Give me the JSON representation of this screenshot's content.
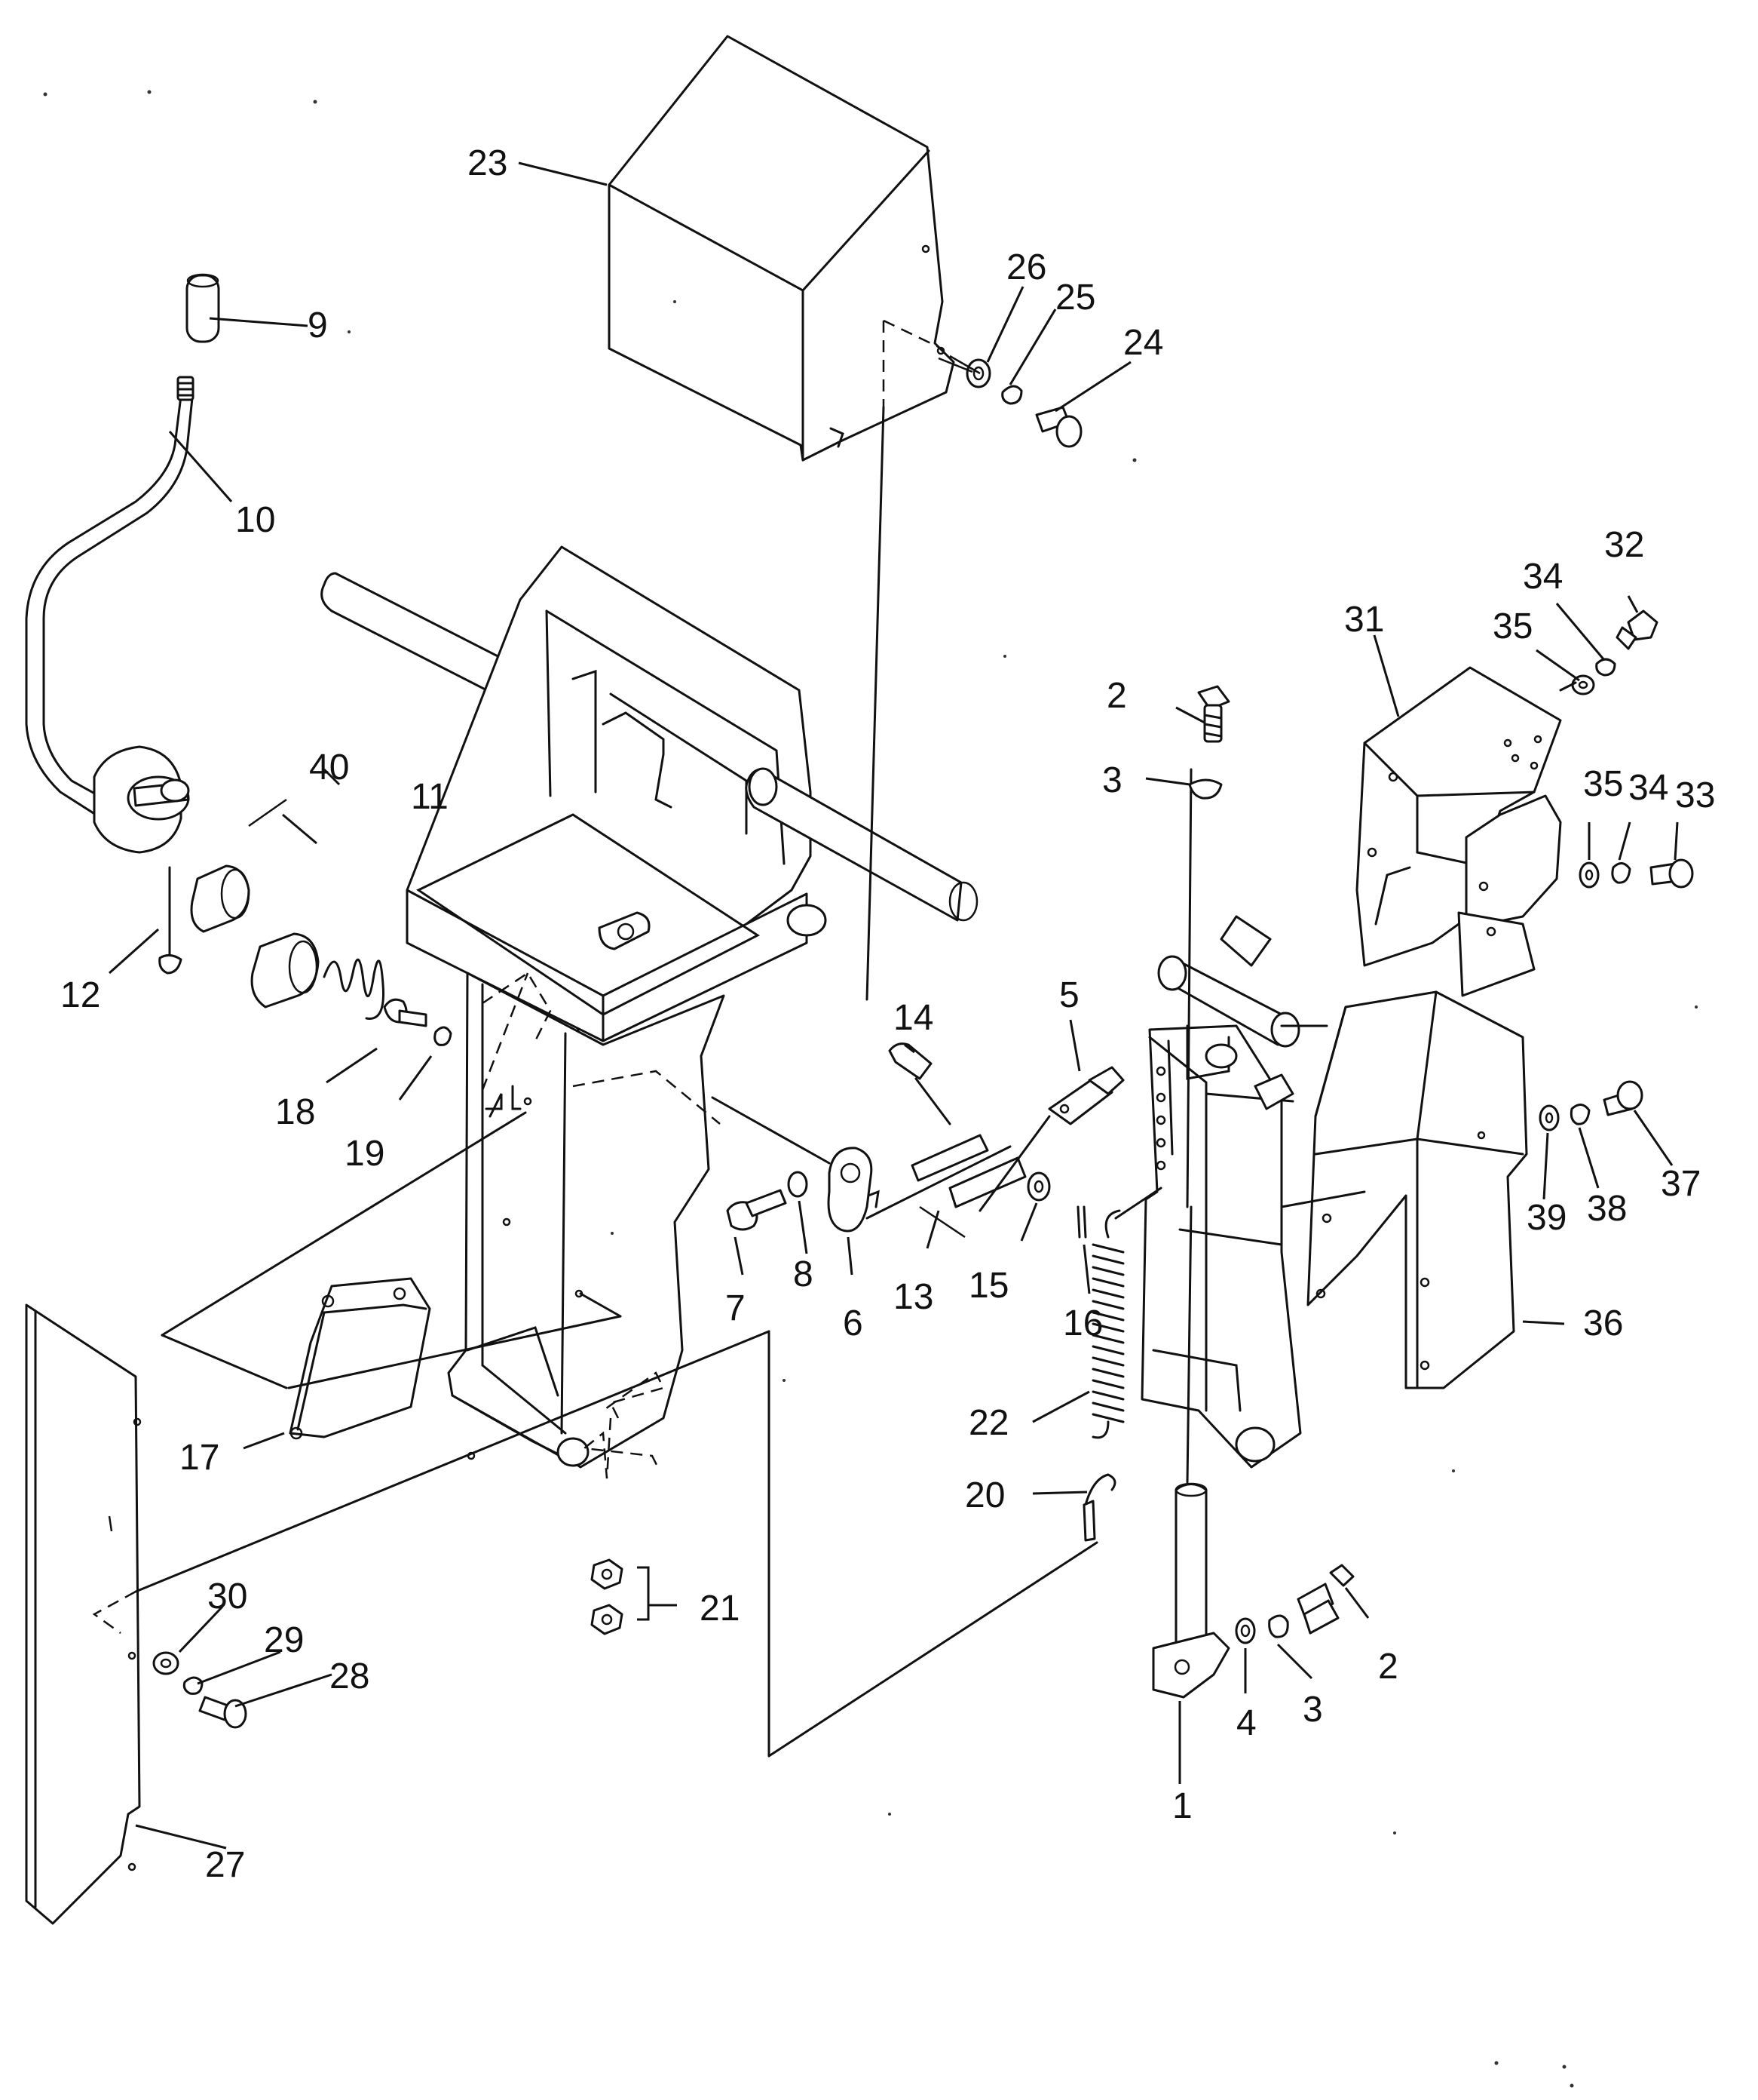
{
  "callouts": [
    {
      "id": "p1",
      "text": "1"
    },
    {
      "id": "p2a",
      "text": "2"
    },
    {
      "id": "p2b",
      "text": "2"
    },
    {
      "id": "p3a",
      "text": "3"
    },
    {
      "id": "p3b",
      "text": "3"
    },
    {
      "id": "p4",
      "text": "4"
    },
    {
      "id": "p5",
      "text": "5"
    },
    {
      "id": "p6",
      "text": "6"
    },
    {
      "id": "p7",
      "text": "7"
    },
    {
      "id": "p8",
      "text": "8"
    },
    {
      "id": "p9",
      "text": "9"
    },
    {
      "id": "p10",
      "text": "10"
    },
    {
      "id": "p11",
      "text": "11"
    },
    {
      "id": "p12",
      "text": "12"
    },
    {
      "id": "p13",
      "text": "13"
    },
    {
      "id": "p14",
      "text": "14"
    },
    {
      "id": "p15",
      "text": "15"
    },
    {
      "id": "p16",
      "text": "16"
    },
    {
      "id": "p17",
      "text": "17"
    },
    {
      "id": "p18",
      "text": "18"
    },
    {
      "id": "p19",
      "text": "19"
    },
    {
      "id": "p20",
      "text": "20"
    },
    {
      "id": "p21",
      "text": "21"
    },
    {
      "id": "p22",
      "text": "22"
    },
    {
      "id": "p23",
      "text": "23"
    },
    {
      "id": "p24",
      "text": "24"
    },
    {
      "id": "p25",
      "text": "25"
    },
    {
      "id": "p26",
      "text": "26"
    },
    {
      "id": "p27",
      "text": "27"
    },
    {
      "id": "p28",
      "text": "28"
    },
    {
      "id": "p29",
      "text": "29"
    },
    {
      "id": "p30",
      "text": "30"
    },
    {
      "id": "p31",
      "text": "31"
    },
    {
      "id": "p32",
      "text": "32"
    },
    {
      "id": "p33",
      "text": "33"
    },
    {
      "id": "p34a",
      "text": "34"
    },
    {
      "id": "p34b",
      "text": "34"
    },
    {
      "id": "p35a",
      "text": "35"
    },
    {
      "id": "p35b",
      "text": "35"
    },
    {
      "id": "p36",
      "text": "36"
    },
    {
      "id": "p37",
      "text": "37"
    },
    {
      "id": "p38",
      "text": "38"
    },
    {
      "id": "p39",
      "text": "39"
    },
    {
      "id": "p40",
      "text": "40"
    }
  ]
}
